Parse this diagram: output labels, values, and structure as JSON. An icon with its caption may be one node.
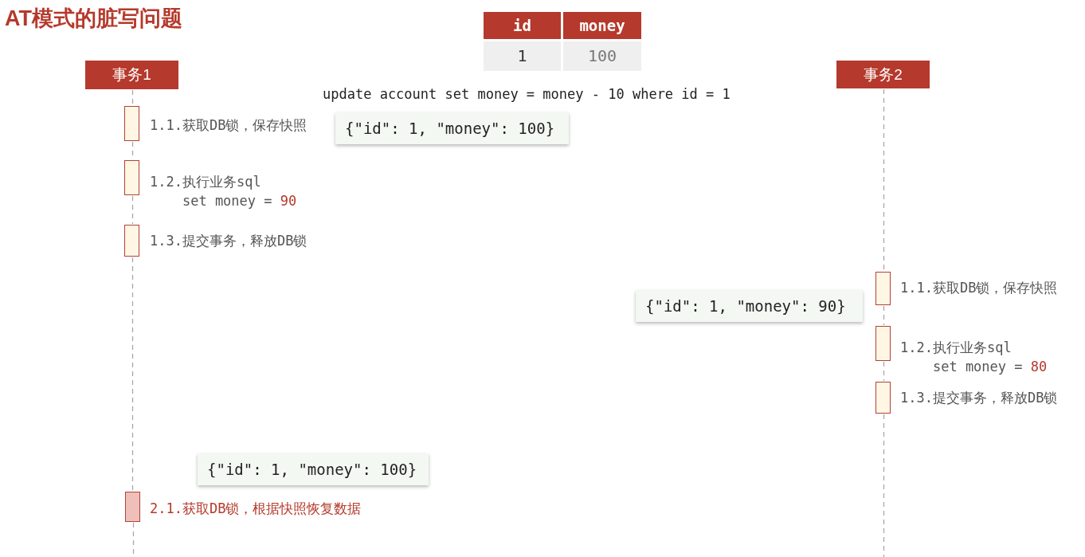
{
  "diagram": {
    "title": "AT模式的脏写问题",
    "nodes": [
      {
        "text": [
          "事务1"
        ]
      },
      {
        "text": [
          "事务2"
        ]
      },
      {
        "text": [],
        "shape": "bar",
        "beside": [
          "1.1.获取DB锁，保存快照"
        ]
      },
      {
        "text": [
          "{\"id\": 1, \"money\": 100}"
        ]
      },
      {
        "text": [],
        "shape": "bar",
        "beside": [
          "1.2.执行业务sql",
          "set money = 90"
        ]
      },
      {
        "text": [],
        "shape": "bar",
        "beside": [
          "1.3.提交事务，释放DB锁"
        ]
      },
      {
        "text": [],
        "shape": "bar",
        "beside": [
          "1.1.获取DB锁，保存快照"
        ]
      },
      {
        "text": [
          "{\"id\": 1, \"money\": 90}"
        ]
      },
      {
        "text": [],
        "shape": "bar",
        "beside": [
          "1.2.执行业务sql",
          "set money = 80"
        ]
      },
      {
        "text": [],
        "shape": "bar",
        "beside": [
          "1.3.提交事务，释放DB锁"
        ]
      },
      {
        "text": [
          "{\"id\": 1, \"money\": 100}"
        ]
      },
      {
        "text": [],
        "shape": "bar",
        "beside": [
          "2.1.获取DB锁，根据快照恢复数据"
        ]
      }
    ],
    "edges": [
      {
        "from": 0,
        "to": 2,
        "arrow": "none",
        "style": "dashed"
      },
      {
        "from": 2,
        "to": 4,
        "arrow": "none",
        "style": "dashed"
      },
      {
        "from": 4,
        "to": 5,
        "arrow": "none",
        "style": "dashed"
      },
      {
        "from": 5,
        "to": 11,
        "arrow": "none",
        "style": "dashed"
      },
      {
        "from": 11,
        "to": null,
        "arrow": "none",
        "style": "dashed"
      },
      {
        "from": 1,
        "to": 6,
        "arrow": "none",
        "style": "dashed"
      },
      {
        "from": 6,
        "to": 8,
        "arrow": "none",
        "style": "dashed"
      },
      {
        "from": 8,
        "to": 9,
        "arrow": "none",
        "style": "dashed"
      },
      {
        "from": 9,
        "to": null,
        "arrow": "none",
        "style": "dashed"
      }
    ],
    "labels": [
      "id",
      "money",
      "1",
      "100",
      "update account set money = money - 10 where id = 1"
    ]
  }
}
